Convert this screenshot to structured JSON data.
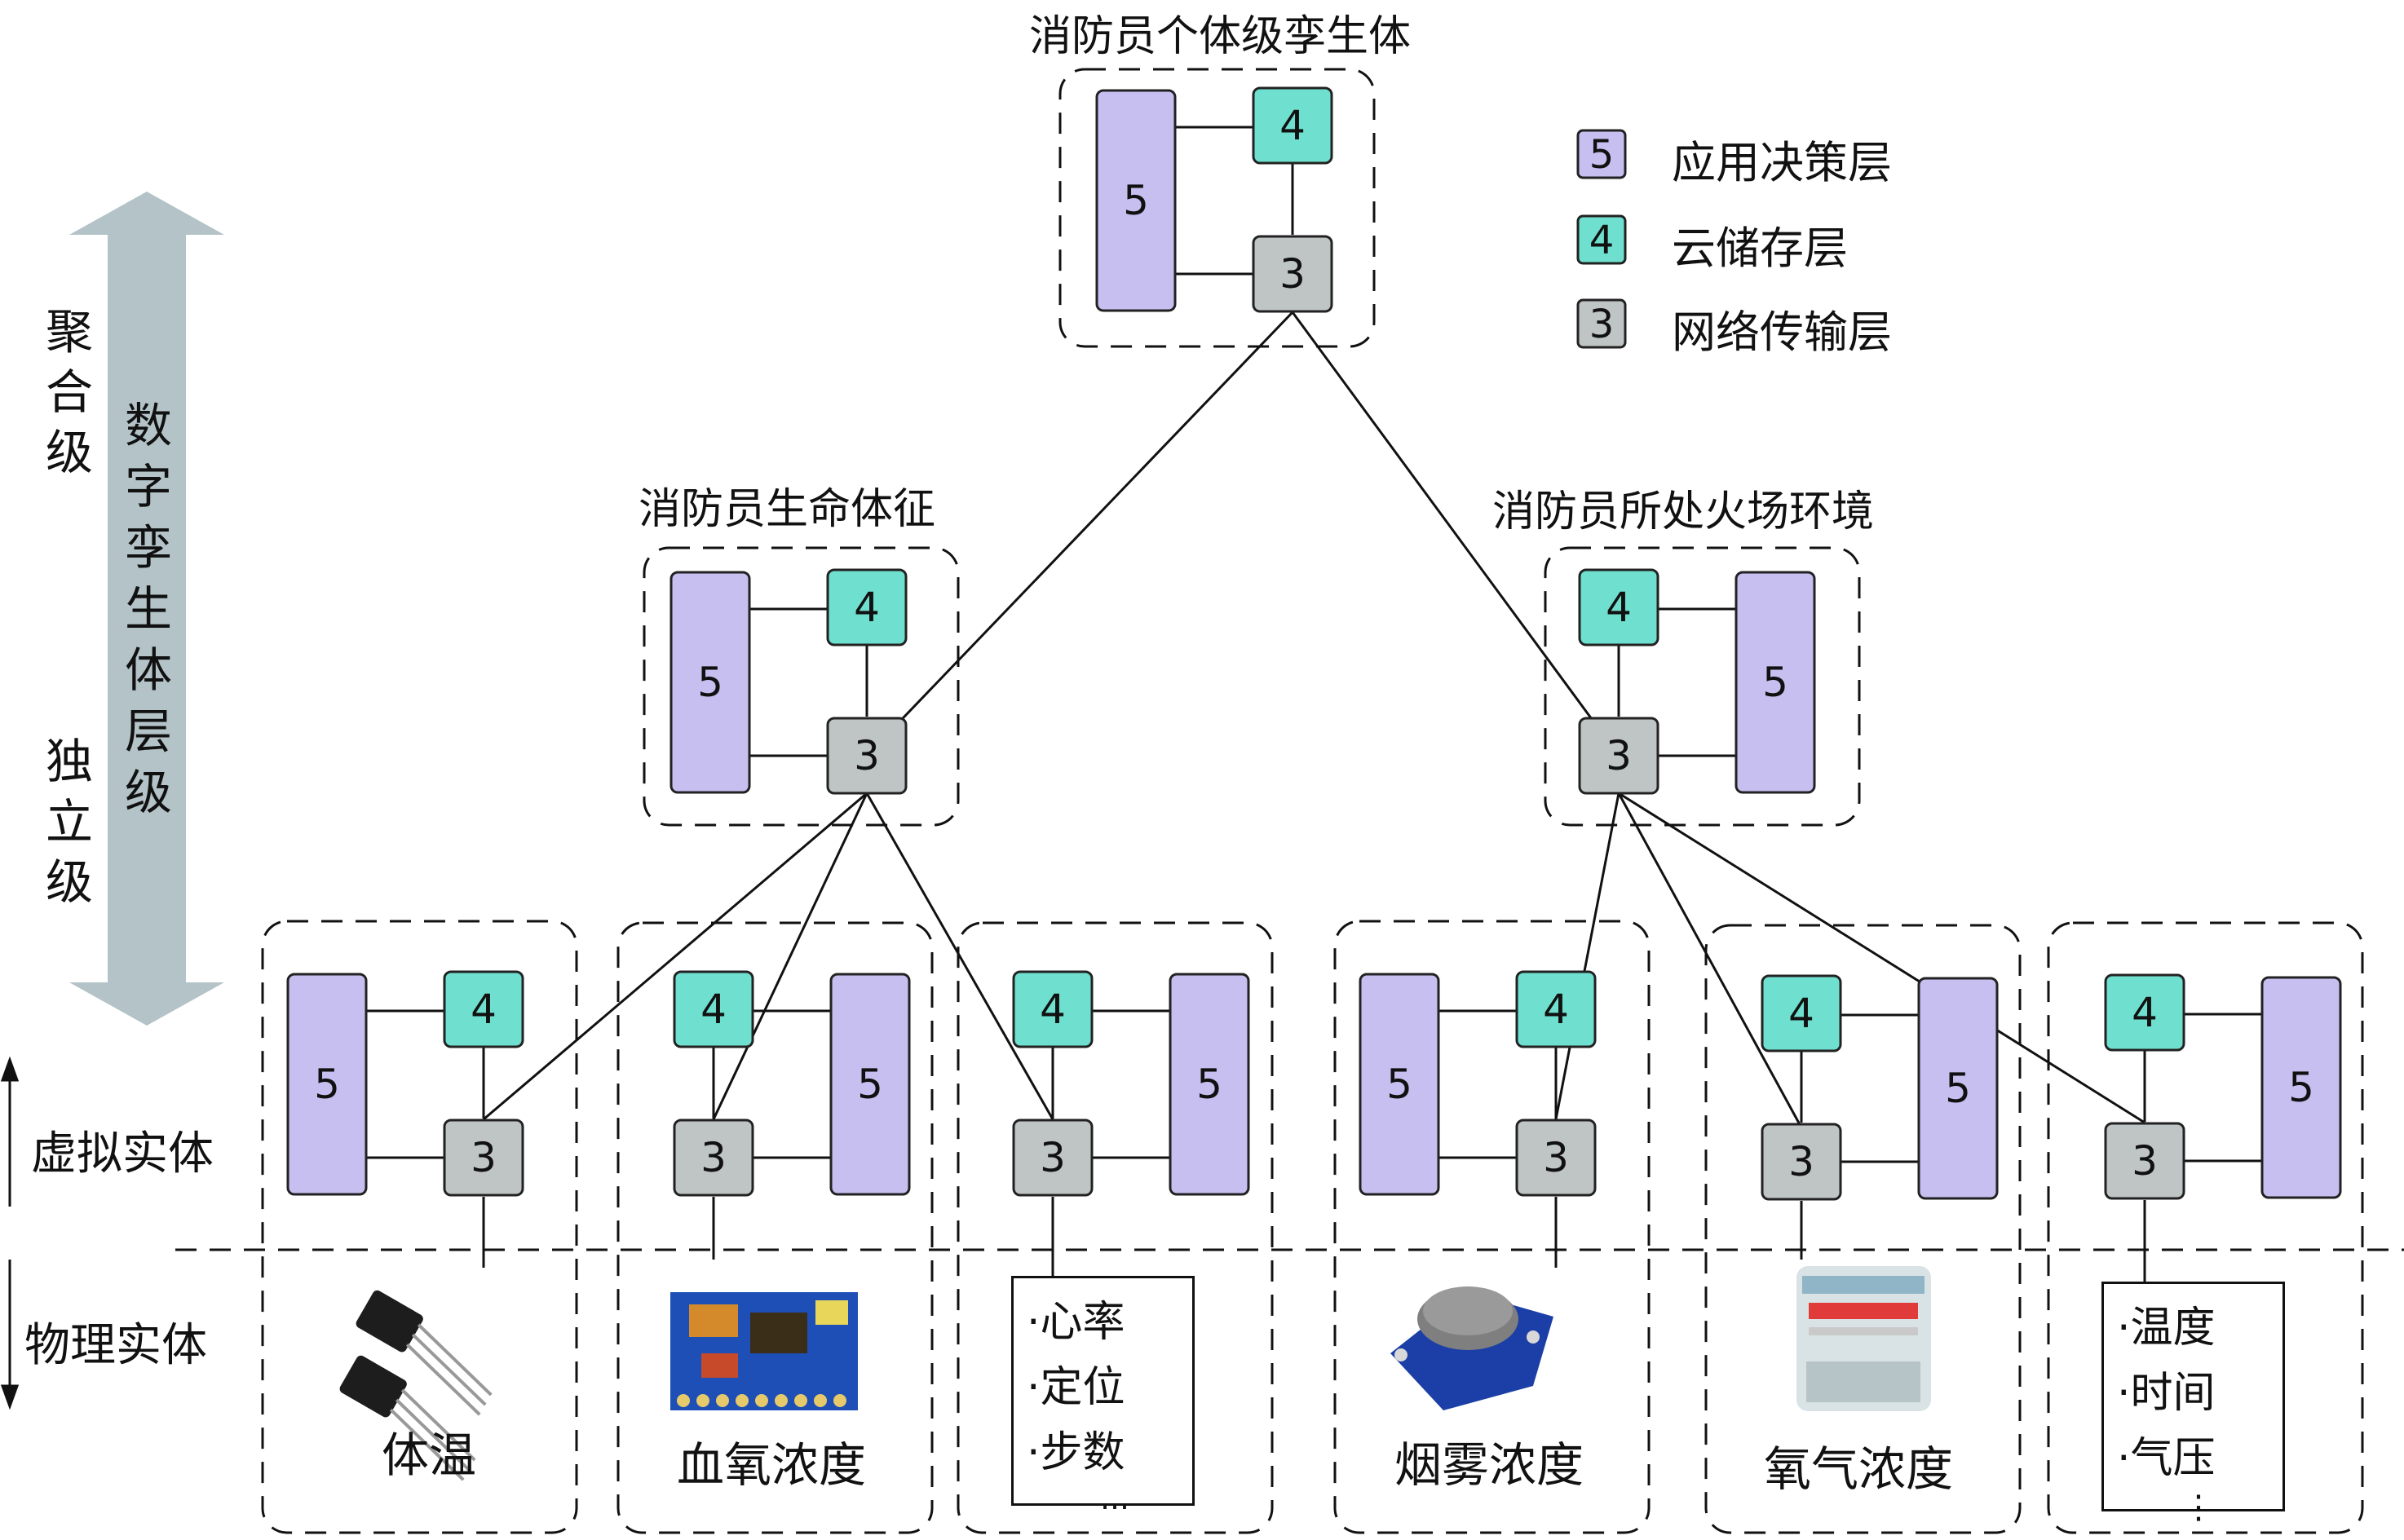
{
  "legend": [
    {
      "num": "5",
      "label": "应用决策层",
      "color": "#c6bff0"
    },
    {
      "num": "4",
      "label": "云储存层",
      "color": "#6fe0cf"
    },
    {
      "num": "3",
      "label": "网络传输层",
      "color": "#bfc4c4"
    }
  ],
  "nodes": {
    "top_title": "消防员个体级孪生体",
    "mid_left_title": "消防员生命体征",
    "mid_right_title": "消防员所处火场环境"
  },
  "axis": {
    "aggregate": "聚合级",
    "independent": "独立级",
    "layers": "数字孪生体层级",
    "virtual": "虚拟实体",
    "physical": "物理实体"
  },
  "sensors": {
    "body_temp": "体温",
    "blood_oxygen": "血氧浓度",
    "smoke": "烟雾浓度",
    "oxygen": "氧气浓度"
  },
  "lists": {
    "vital": [
      "·心率",
      "·定位",
      "·步数",
      "…"
    ],
    "env": [
      "·温度",
      "·时间",
      "·气压",
      "⋮"
    ]
  },
  "colors": {
    "layer5": "#c6bff0",
    "layer4": "#6fe0cf",
    "layer3": "#bfc4c4",
    "arrow": "#b3c3c8"
  }
}
